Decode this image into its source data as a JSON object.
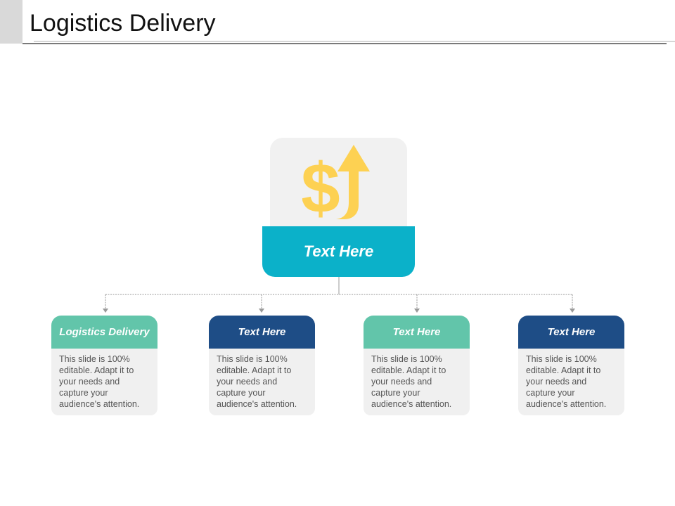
{
  "slide": {
    "title": "Logistics Delivery"
  },
  "hub": {
    "icon": "dollar-arrow-up-icon",
    "label": "Text Here",
    "colors": {
      "panel": "#f1f1f1",
      "bar": "#0bb1c9",
      "icon": "#fdd152"
    }
  },
  "cards": [
    {
      "heading": "Logistics  Delivery",
      "body": "This slide is 100% editable. Adapt it to your needs and capture your audience's attention.",
      "color": "#62c5aa"
    },
    {
      "heading": "Text Here",
      "body": "This slide is 100% editable. Adapt it to your needs and capture your audience's attention.",
      "color": "#1e4d86"
    },
    {
      "heading": "Text Here",
      "body": "This slide is 100% editable. Adapt it to your needs and capture your audience's attention.",
      "color": "#62c5aa"
    },
    {
      "heading": "Text Here",
      "body": "This slide is 100% editable. Adapt it to your needs and capture your audience's attention.",
      "color": "#1e4d86"
    }
  ]
}
